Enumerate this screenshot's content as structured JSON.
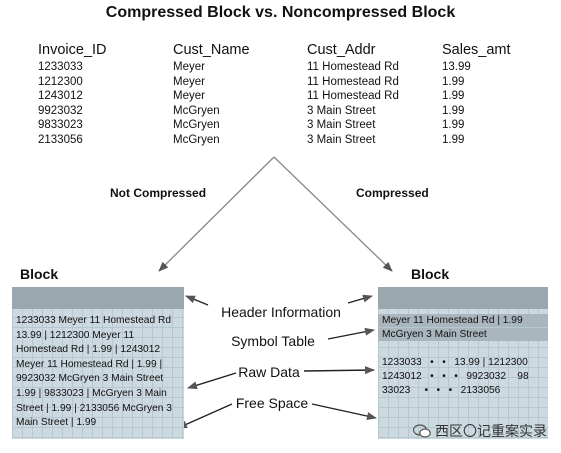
{
  "title": "Compressed Block vs. Noncompressed Block",
  "table": {
    "headers": [
      "Invoice_ID",
      "Cust_Name",
      "Cust_Addr",
      "Sales_amt"
    ],
    "rows": [
      [
        "1233033",
        "Meyer",
        "11 Homestead Rd",
        "13.99"
      ],
      [
        "1212300",
        "Meyer",
        "11 Homestead Rd",
        "1.99"
      ],
      [
        "1243012",
        "Meyer",
        "11 Homestead Rd",
        "1.99"
      ],
      [
        "9923032",
        "McGryen",
        "3 Main Street",
        "1.99"
      ],
      [
        "9833023",
        "McGryen",
        "3 Main Street",
        "1.99"
      ],
      [
        "2133056",
        "McGryen",
        "3 Main Street",
        "1.99"
      ]
    ]
  },
  "labels": {
    "not_compressed": "Not Compressed",
    "compressed": "Compressed",
    "block_left": "Block",
    "block_right": "Block"
  },
  "annotations": {
    "header_information": "Header Information",
    "symbol_table": "Symbol Table",
    "raw_data": "Raw Data",
    "free_space": "Free Space"
  },
  "left_block": {
    "raw_data_text": "1233033 Meyer 11 Homestead Rd 13.99 | 1212300 Meyer 11 Homestead Rd | 1.99 | 1243012 Meyer 11 Homestead Rd | 1.99 | 9923032 McGryen 3 Main Street 1.99 | 9833023 | McGryen 3 Main Street | 1.99 | 2133056 McGryen 3 Main Street | 1.99"
  },
  "right_block": {
    "symbols": [
      "Meyer 11 Homestead Rd | 1.99",
      "McGryen 3 Main Street"
    ],
    "raw_lines": [
      "1233033   •   •   13.99 | 1212300",
      "1243012   •   •   •   9923032    98",
      "33023     •   •   •   2133056"
    ]
  },
  "watermark": {
    "text": "西区〇记重案实录",
    "icon": "wechat-icon"
  },
  "colors": {
    "panel_fill": "#cdd9e0",
    "header_band": "#9aa7ae",
    "arrow": "#555555"
  }
}
